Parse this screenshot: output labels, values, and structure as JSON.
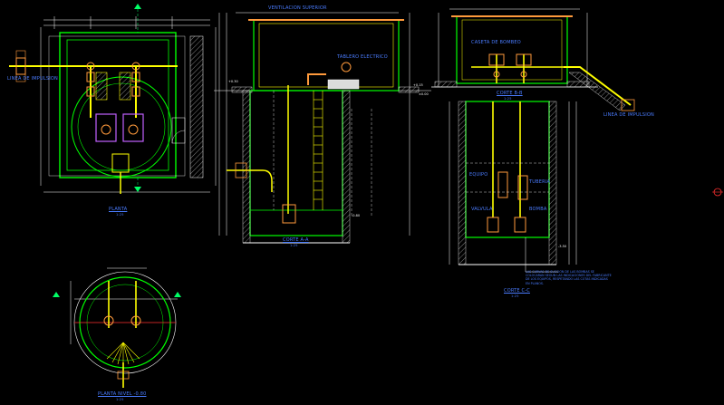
{
  "drawing": {
    "colors": {
      "background": "#000000",
      "wall": "#00ff00",
      "pipe": "#ffff00",
      "valve": "#ff9a3c",
      "dimension": "#ffffff",
      "text": "#4a7cff",
      "accent": "#c060ff",
      "marker": "#00ff66"
    },
    "views": {
      "planta": {
        "title": "PLANTA",
        "scale": "1:25"
      },
      "planta_nivel": {
        "title": "PLANTA NIVEL -0.80",
        "scale": "1:25"
      },
      "corte_aa": {
        "title": "CORTE A-A",
        "scale": "1:25"
      },
      "corte_bb": {
        "title": "CORTE B-B",
        "scale": "1:25"
      },
      "corte_cc": {
        "title": "CORTE C-C",
        "scale": "1:25"
      }
    },
    "labels": {
      "pipe_left": "LINEA DE IMPULSION",
      "pipe_right": "LINEA DE IMPULSION",
      "top_note": "VENTILACION SUPERIOR",
      "caseta": "CASETA DE BOMBEO",
      "equipo": "EQUIPO",
      "tuberia": "TUBERIA",
      "tablero": "TABLERO ELECTRICO",
      "valvula": "VALVULA",
      "bomba": "BOMBA"
    },
    "note": "LAS CURVAS DE SUCCION DE LAS BOMBAS SE COLOCARAN SEGUN LAS INDICACIONES DEL FABRICANTE DE LOS EQUIPOS, RESPETANDO LAS COTAS INDICADAS EN PLANOS.",
    "elevations": [
      "+0.30",
      "+0.15",
      "±0.00",
      "-0.80",
      "-3.50"
    ]
  }
}
